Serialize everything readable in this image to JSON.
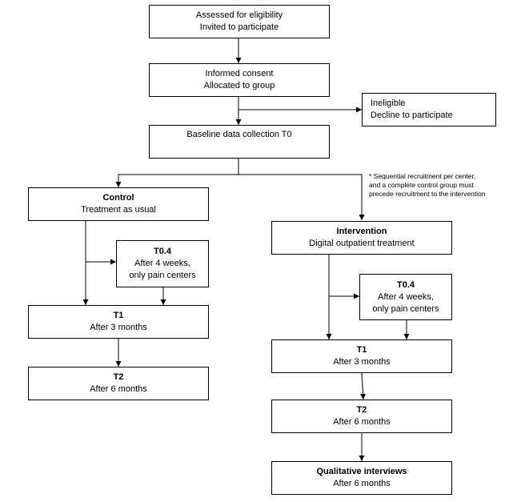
{
  "diagram": {
    "assessed": {
      "line1": "Assessed for eligibility",
      "line2": "Invited to participate"
    },
    "consent": {
      "line1": "Informed consent",
      "line2": "Allocated to group"
    },
    "ineligible": {
      "line1": "Ineligible",
      "line2": "Decline to participate"
    },
    "baseline": {
      "line1": "Baseline data collection T0"
    },
    "note": {
      "line1": "* Sequential recruitment per center,",
      "line2": "and a complete control group must",
      "line3": "precede recruitment to the intervention"
    },
    "control": {
      "group": {
        "title": "Control",
        "subtitle": "Treatment  as usual"
      },
      "t04": {
        "title": "T0.4",
        "line1": "After 4 weeks,",
        "line2": "only pain centers"
      },
      "t1": {
        "title": "T1",
        "line1": "After 3 months"
      },
      "t2": {
        "title": "T2",
        "line1": "After 6 months"
      }
    },
    "intervention": {
      "group": {
        "title": "Intervention",
        "subtitle": "Digital outpatient treatment"
      },
      "t04": {
        "title": "T0.4",
        "line1": "After 4 weeks,",
        "line2": "only pain centers"
      },
      "t1": {
        "title": "T1",
        "line1": "After 3 months"
      },
      "t2": {
        "title": "T2",
        "line1": "After 6 months"
      },
      "qualitative": {
        "title": "Qualitative  interviews",
        "line1": "After 6 months"
      }
    }
  }
}
